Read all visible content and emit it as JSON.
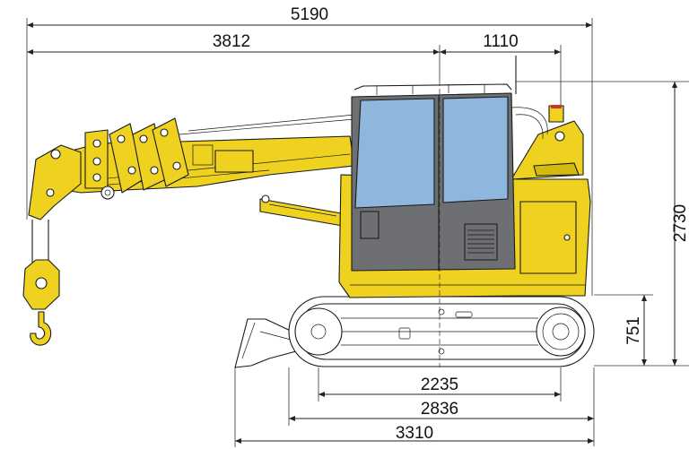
{
  "dimensions": {
    "overall_length": "5190",
    "boom_to_pivot": "3812",
    "pivot_to_rear": "1110",
    "overall_height": "2730",
    "track_height": "751",
    "tumbler_distance": "2235",
    "track_length": "2836",
    "length_with_blade": "3310"
  },
  "colors": {
    "body": "#eed21f",
    "body_shade": "#d4b90f",
    "glass": "#8fb6dc",
    "cab_dark": "#6d6f72",
    "undercarriage": "#ffffff",
    "line": "#1a1a1a"
  }
}
